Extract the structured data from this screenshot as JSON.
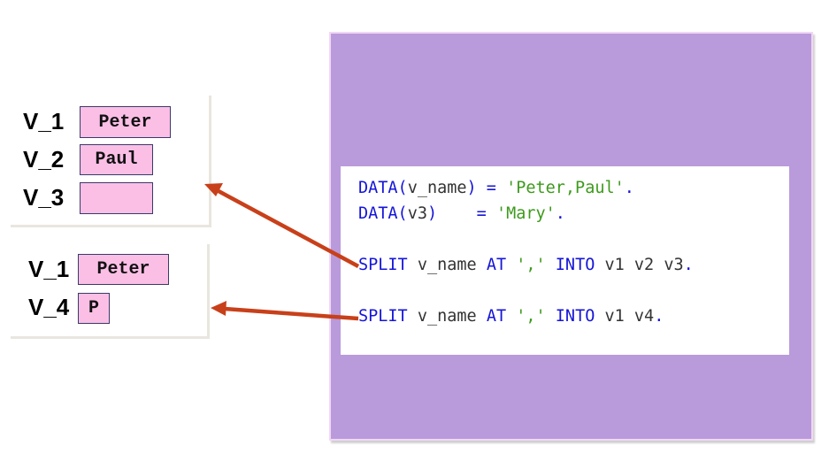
{
  "colors": {
    "purple_background": "#b99adb",
    "var_box_fill": "#fbbfe6",
    "arrow": "#c8401a",
    "keyword": "#1515d8",
    "string_literal": "#3d9a1c"
  },
  "result_panel_1": {
    "rows": [
      {
        "label": "V_1",
        "value": "Peter"
      },
      {
        "label": "V_2",
        "value": "Paul"
      },
      {
        "label": "V_3",
        "value": ""
      }
    ]
  },
  "result_panel_2": {
    "rows": [
      {
        "label": "V_1",
        "value": "Peter"
      },
      {
        "label": "V_4",
        "value": "P"
      }
    ]
  },
  "code": {
    "line1": {
      "kw": "DATA(",
      "var": "v_name",
      "kw2": ")",
      "op": " = ",
      "str": "'Peter,Paul'",
      "end": "."
    },
    "line2": {
      "kw": "DATA(",
      "var": "v3",
      "kw2": ")",
      "op": "    = ",
      "str": "'Mary'",
      "end": "."
    },
    "line3": {
      "kw": "SPLIT",
      "var": " v_name ",
      "kw2": "AT",
      "str": " ',' ",
      "kw3": "INTO",
      "vars": " v1 v2 v3",
      "end": "."
    },
    "line4": {
      "kw": "SPLIT",
      "var": " v_name ",
      "kw2": "AT",
      "str": " ',' ",
      "kw3": "INTO",
      "vars": " v1 v4",
      "end": "."
    }
  }
}
